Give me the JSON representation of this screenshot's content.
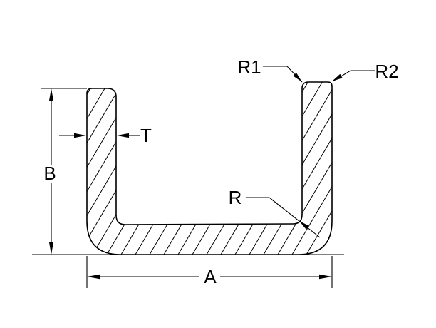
{
  "drawing": {
    "kind": "channel-cross-section-diagram",
    "background_color": "#ffffff",
    "line_color": "#000000",
    "labels": {
      "depth": "B",
      "thickness": "T",
      "width": "A",
      "inner_fillet_radius": "R",
      "top_inner_corner_radius": "R1",
      "top_outer_corner_radius": "R2"
    }
  }
}
